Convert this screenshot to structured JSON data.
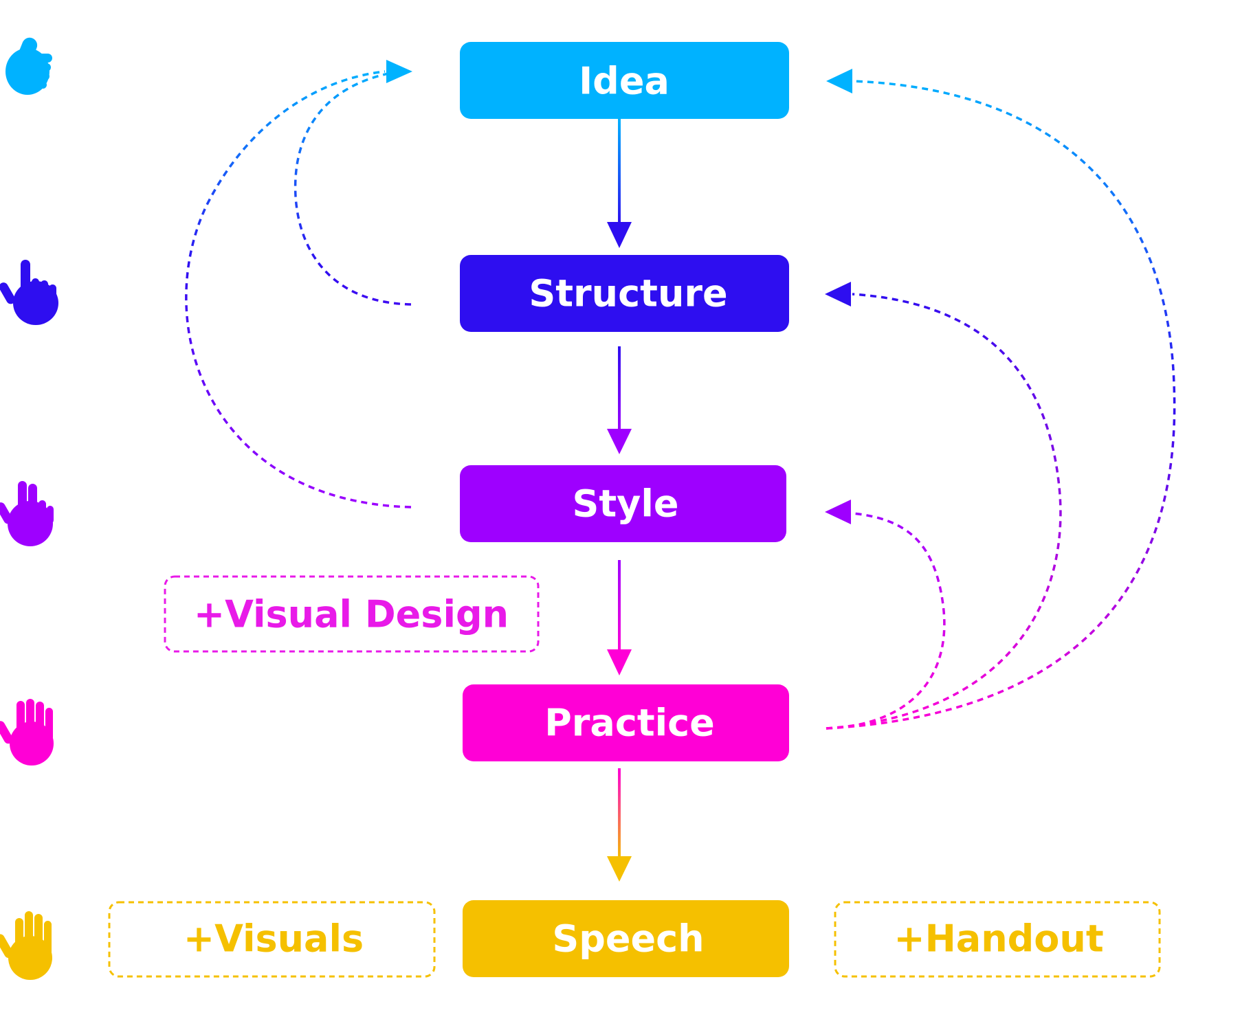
{
  "colors": {
    "idea": "#00B2FF",
    "structure": "#2E0EF0",
    "style": "#9E00FF",
    "practice": "#FF00D6",
    "speech": "#F5C000"
  },
  "stages": [
    {
      "id": "idea",
      "label": "Idea",
      "icon": "one-finger-point-hand-icon"
    },
    {
      "id": "structure",
      "label": "Structure",
      "icon": "one-finger-up-hand-icon"
    },
    {
      "id": "style",
      "label": "Style",
      "icon": "two-fingers-up-hand-icon"
    },
    {
      "id": "practice",
      "label": "Practice",
      "icon": "four-fingers-hand-icon"
    },
    {
      "id": "speech",
      "label": "Speech",
      "icon": "open-hand-icon"
    }
  ],
  "extras": {
    "visual_design": "+Visual Design",
    "visuals": "+Visuals",
    "handout": "+Handout"
  }
}
